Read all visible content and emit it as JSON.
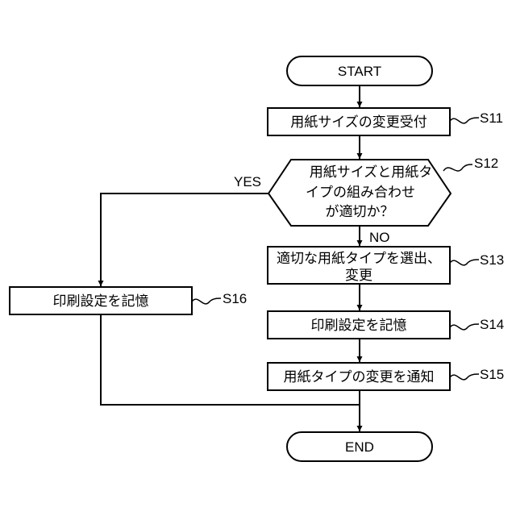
{
  "flowchart": {
    "start": "START",
    "end": "END",
    "s11": {
      "text": "用紙サイズの変更受付",
      "step": "S11"
    },
    "s12": {
      "line1": "用紙サイズと用紙タ",
      "line2": "イプの組み合わせ",
      "line3": "が適切か？",
      "step": "S12"
    },
    "s13": {
      "line1": "適切な用紙タイプを選出、",
      "line2": "変更",
      "step": "S13"
    },
    "s14": {
      "text": "印刷設定を記憶",
      "step": "S14"
    },
    "s15": {
      "text": "用紙タイプの変更を通知",
      "step": "S15"
    },
    "s16": {
      "text": "印刷設定を記憶",
      "step": "S16"
    },
    "yes": "YES",
    "no": "NO"
  }
}
